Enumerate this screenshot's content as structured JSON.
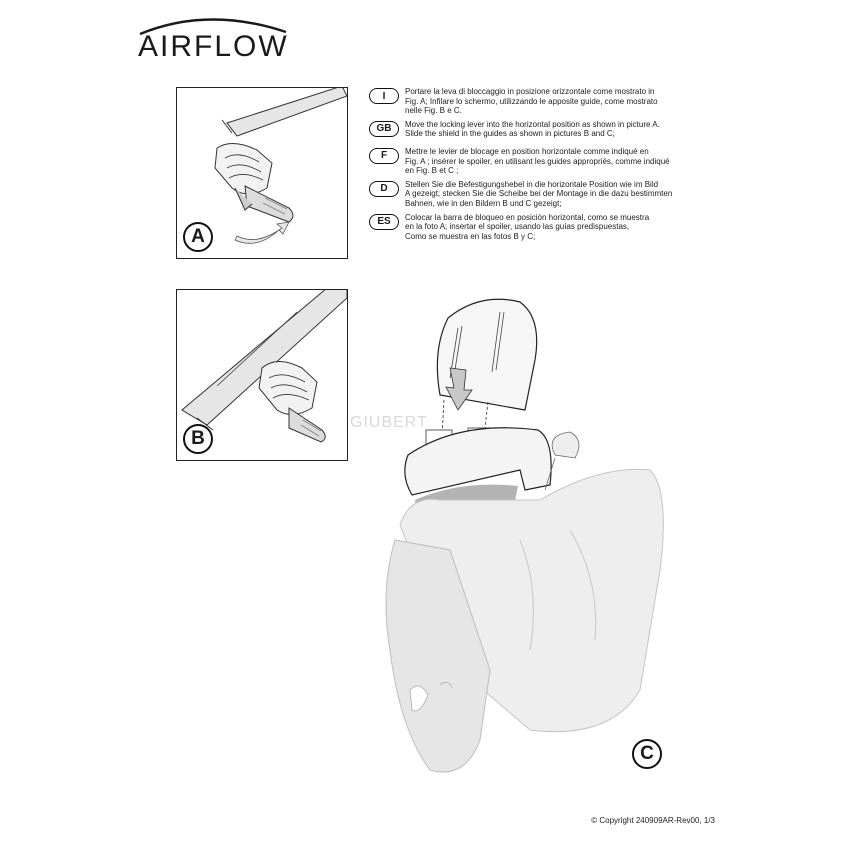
{
  "brand": {
    "name": "AIRFLOW"
  },
  "figures": {
    "a_label": "A",
    "b_label": "B",
    "c_label": "C"
  },
  "instructions": [
    {
      "lang": "I",
      "lines": [
        "Portare la leva di bloccaggio in posizione orizzontale come mostrato in",
        "Fig. A; Infilare lo schermo, utilizzando le apposite guide, come mostrato",
        "nelle Fig. B e C."
      ]
    },
    {
      "lang": "GB",
      "lines": [
        "Move the locking lever into the horizontal position as shown in picture A.",
        "Slide the shield in the guides as shown in pictures B and C;"
      ]
    },
    {
      "lang": "F",
      "lines": [
        "Mettre le levier de blocage en position  horizontale comme indiqué en",
        "Fig. A ; insérer le spoiler, en utilisant les guides appropriés, comme indiqué",
        " en Fig. B et C ;"
      ]
    },
    {
      "lang": "D",
      "lines": [
        "Stellen Sie die Befestigungshebel in die horizontale Position wie im Bild",
        "A gezeigt; stecken Sie die Scheibe bei der Montage in die dazu bestimmten",
        "Bahnen, wie in den Bildern B und C gezeigt;"
      ]
    },
    {
      "lang": "ES",
      "lines": [
        "Colocar la barra de bloqueo en posición  horizontal, como se muestra",
        "en la foto A; insertar el spoiler, usando las guías predispuestas,",
        "Como se muestra en las fotos B y C;"
      ]
    }
  ],
  "watermark": "GIUBERT",
  "footer": {
    "copyright": "© Copyright 240909AR-Rev00, 1/3"
  }
}
